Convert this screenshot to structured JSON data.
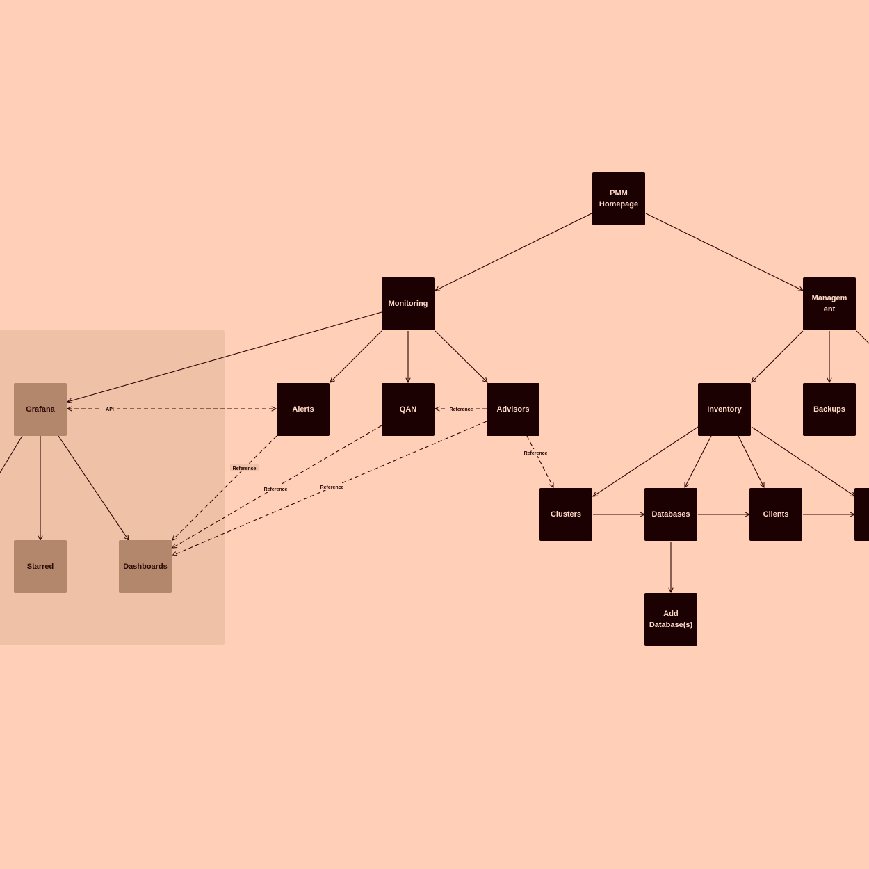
{
  "nodes": {
    "pmm": "PMM\nHomepage",
    "monitoring": "Monitoring",
    "management": "Managem\nent",
    "grafana": "Grafana",
    "alerts": "Alerts",
    "qan": "QAN",
    "advisors": "Advisors",
    "inventory": "Inventory",
    "backups": "Backups",
    "starred": "Starred",
    "dashboards": "Dashboards",
    "clusters": "Clusters",
    "databases": "Databases",
    "clients": "Clients",
    "add_database": "Add\nDatabase(s)",
    "hidden_right": ""
  },
  "edge_labels": {
    "api": "API",
    "ref_alerts_dashboards": "Reference",
    "ref_qan_dashboards": "Reference",
    "ref_advisors_dashboards": "Reference",
    "ref_advisors_qan": "Reference",
    "ref_advisors_clusters": "Reference"
  },
  "colors": {
    "background": "#ffcfb7",
    "group_background": "#efc1a7",
    "dark_node": "#1c0102",
    "light_node": "#b3876c",
    "line": "#2a0505"
  }
}
